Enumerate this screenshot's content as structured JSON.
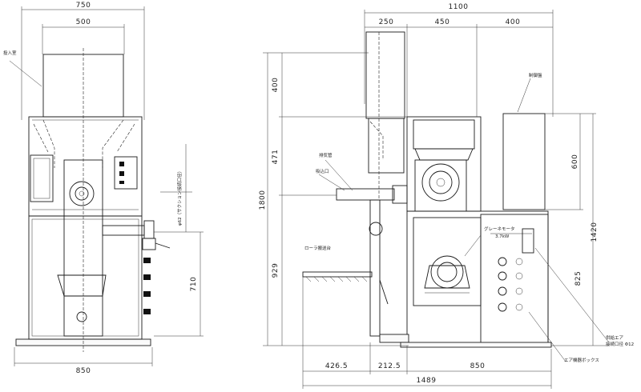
{
  "front_view": {
    "dims": {
      "overall_top": "750",
      "upper_top": "500",
      "bottom_width": "850",
      "right_height": "710"
    },
    "labels": {
      "hopper": "投入室",
      "side_diameter": "φ62（サクション接続口径）"
    }
  },
  "side_view": {
    "dims": {
      "overall_top": "1100",
      "top_seg_1": "250",
      "top_seg_2": "450",
      "top_seg_3": "400",
      "left_total": "1800",
      "left_seg_1": "400",
      "left_seg_2": "471",
      "left_seg_3": "929",
      "right_600": "600",
      "right_1420": "1420",
      "right_825": "825",
      "bottom_seg_1": "426.5",
      "bottom_seg_2": "212.5",
      "bottom_seg_3": "850",
      "bottom_total": "1489"
    },
    "labels": {
      "discharge_pipe": "排気管",
      "intake": "吸込口",
      "roller_conveyor": "ローラ搬送台",
      "grinder_motor": "グレーネモータ",
      "motor_kw": "3.7kW",
      "control_box": "制御盤",
      "air_supply": "供給エア",
      "air_supply_spec": "接続口径 Φ12",
      "air_box": "エア機器ボックス"
    }
  }
}
